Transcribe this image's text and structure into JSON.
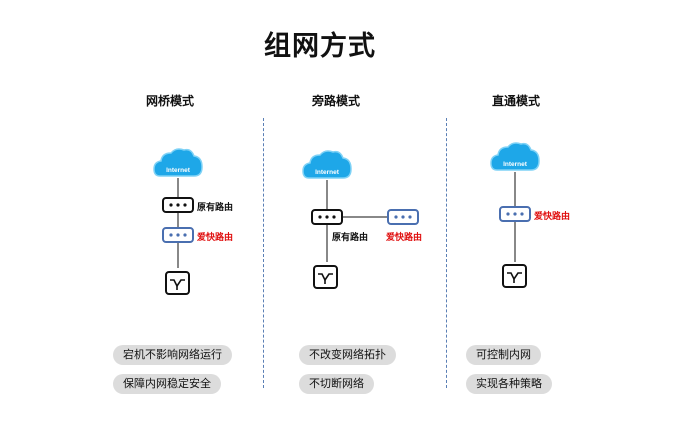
{
  "title": "组网方式",
  "colors": {
    "cloud": "#1ea7e8",
    "primary_router": "#111111",
    "aikuai_router": "#4a6fb0",
    "red_label": "#e01010",
    "divider": "#5a7fb5",
    "pill_bg": "#dcdcdc"
  },
  "modes": [
    {
      "title": "网桥模式",
      "cloud_label": "Internet",
      "devices": [
        {
          "label": "原有路由",
          "icon": "router-icon"
        },
        {
          "label": "爱快路由",
          "icon": "aikuai-router-icon"
        },
        {
          "icon": "switch-icon"
        }
      ],
      "features": [
        "宕机不影响网络运行",
        "保障内网稳定安全"
      ]
    },
    {
      "title": "旁路模式",
      "cloud_label": "Internet",
      "devices": [
        {
          "label": "原有路由",
          "icon": "router-icon"
        },
        {
          "label": "爱快路由",
          "icon": "aikuai-router-icon"
        },
        {
          "icon": "switch-icon"
        }
      ],
      "features": [
        "不改变网络拓扑",
        "不切断网络"
      ]
    },
    {
      "title": "直通模式",
      "cloud_label": "Internet",
      "devices": [
        {
          "label": "爱快路由",
          "icon": "aikuai-router-icon"
        },
        {
          "icon": "switch-icon"
        }
      ],
      "features": [
        "可控制内网",
        "实现各种策略"
      ]
    }
  ]
}
